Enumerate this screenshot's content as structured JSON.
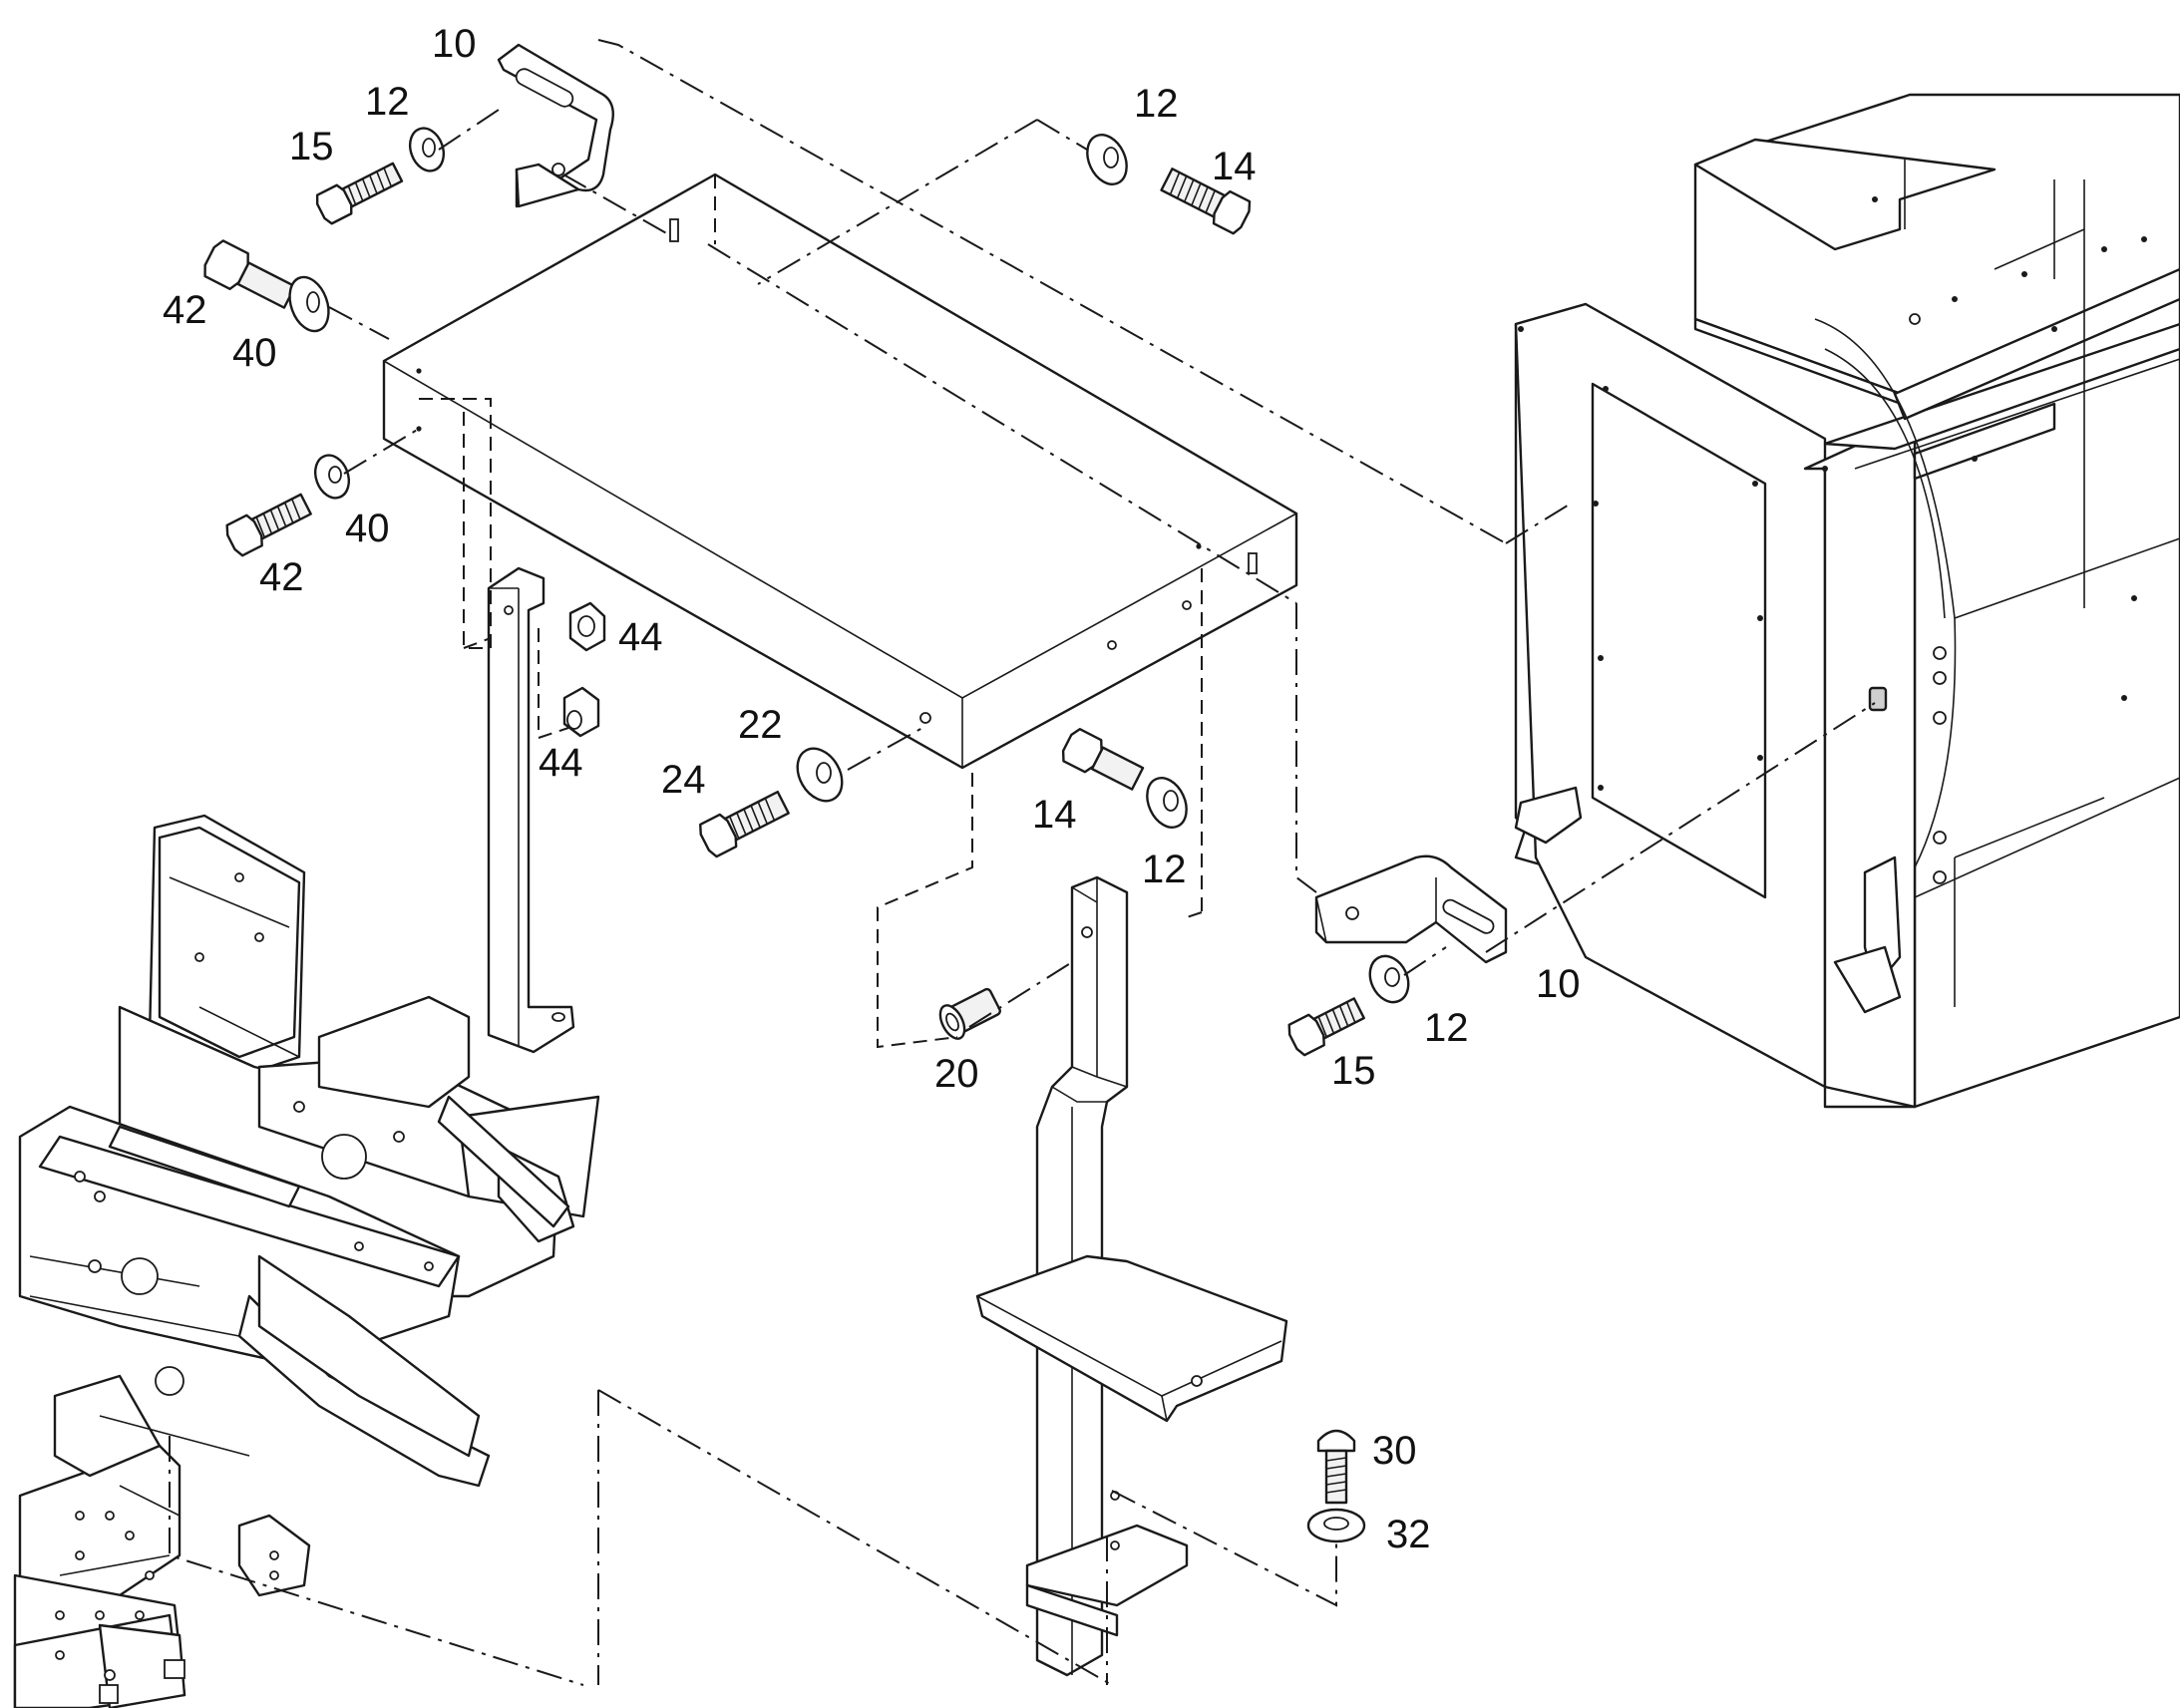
{
  "callouts": {
    "bracket_top": "10",
    "washer_top_left": "12",
    "bolt_top_left": "15",
    "washer_top_right": "12",
    "bolt_top_right": "14",
    "bolt_upper_left": "42",
    "washer_upper_left": "40",
    "washer_mid_left": "40",
    "bolt_mid_left": "42",
    "nut_upper": "44",
    "nut_lower": "44",
    "washer_center": "22",
    "bolt_center": "24",
    "bolt_center_right": "14",
    "washer_center_right": "12",
    "bracket_right": "10",
    "washer_right": "12",
    "bolt_right": "15",
    "bushing": "20",
    "bolt_lower": "30",
    "washer_lower": "32"
  }
}
